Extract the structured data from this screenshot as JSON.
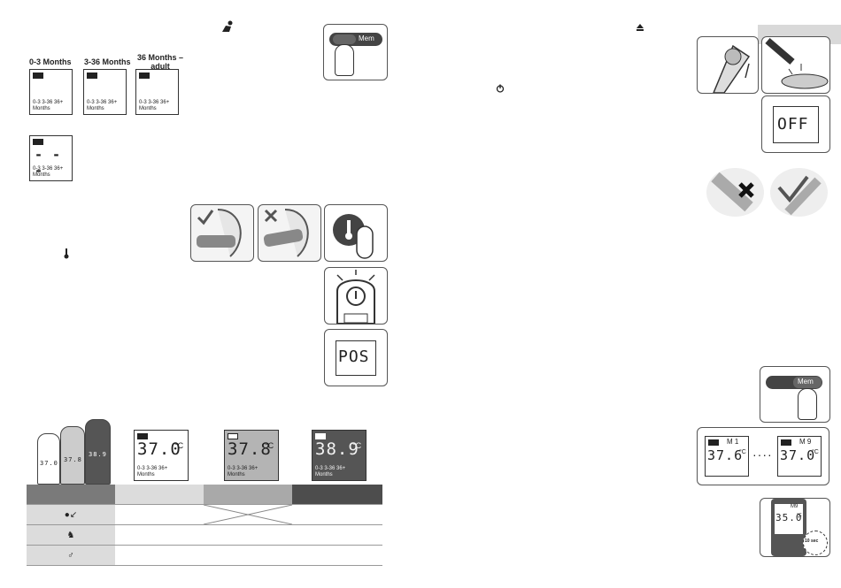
{
  "left_page": {
    "age_groups": [
      {
        "label": "0-3 Months"
      },
      {
        "label": "3-36 Months"
      },
      {
        "label": "36 Months –\nadult"
      }
    ],
    "lcd_icon_text": {
      "line1": "0-3  3-36  36+",
      "line2": "Months"
    },
    "dash_display": "- - -",
    "mem_button_label": "Mem",
    "pos_display": "POS",
    "thermo_displays": [
      {
        "value": "37.0",
        "unit": "°C",
        "fill": "#ffffff",
        "text_color": "#222222"
      },
      {
        "value": "37.8",
        "unit": "°C",
        "fill": "#b4b4b4",
        "text_color": "#222222"
      },
      {
        "value": "38.9",
        "unit": "°C",
        "fill": "#555555",
        "text_color": "#f2f2f2"
      }
    ],
    "device_thumbs": [
      "37.0",
      "37.8",
      "38.9"
    ],
    "table_header_colors": [
      "#7a7a7a",
      "#dcdcdc",
      "#a9a9a9",
      "#4d4d4d"
    ],
    "table_rows": [
      {
        "icon": "newborn-icon",
        "glyph": "●↙"
      },
      {
        "icon": "infant-icon",
        "glyph": "♞"
      },
      {
        "icon": "adult-icon",
        "glyph": "♂"
      }
    ]
  },
  "right_page": {
    "off_display": "OFF",
    "mem_button_label": "Mem",
    "memory_displays": [
      {
        "label": "M 1",
        "value": "37.6",
        "unit": "°C"
      },
      {
        "label": "M 9",
        "value": "37.0",
        "unit": "°C"
      }
    ],
    "memory_separator": "····",
    "clock_display": {
      "label": "M9",
      "value": "35.0",
      "unit": "°C",
      "timer": "10 sec"
    }
  }
}
